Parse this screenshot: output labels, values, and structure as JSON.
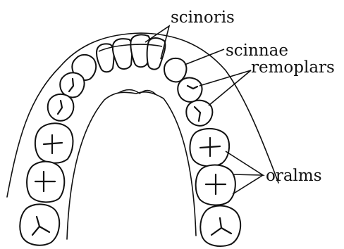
{
  "labels": {
    "scinoris": "scinoris",
    "scinnae": "scinnae",
    "remoplars": "remoplars",
    "oralms": "oralms"
  }
}
